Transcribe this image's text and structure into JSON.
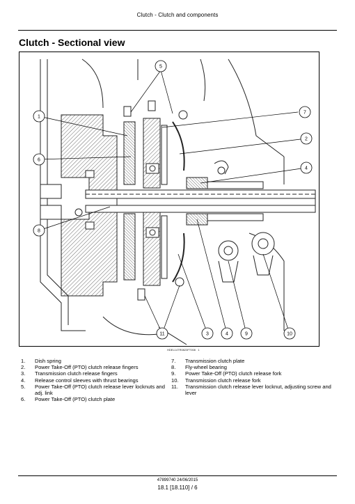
{
  "header": {
    "running_title": "Clutch - Clutch and components"
  },
  "section": {
    "title": "Clutch - Sectional view"
  },
  "figure": {
    "code": "HDEL14TR0823FT008",
    "index": "1",
    "callouts": [
      "1",
      "2",
      "3",
      "4",
      "5",
      "6",
      "7",
      "8",
      "9",
      "10",
      "11"
    ]
  },
  "legend": {
    "left": [
      {
        "num": "1.",
        "text": "Dish spring"
      },
      {
        "num": "2.",
        "text": "Power Take-Off (PTO) clutch release fingers"
      },
      {
        "num": "3.",
        "text": "Transmission clutch release fingers"
      },
      {
        "num": "4.",
        "text": "Release control sleeves with thrust bearings"
      },
      {
        "num": "5.",
        "text": "Power Take-Off (PTO) clutch release lever locknuts and adj. link"
      },
      {
        "num": "6.",
        "text": "Power Take-Off (PTO) clutch plate"
      }
    ],
    "right": [
      {
        "num": "7.",
        "text": "Transmission clutch plate"
      },
      {
        "num": "8.",
        "text": "Fly-wheel bearing"
      },
      {
        "num": "9.",
        "text": "Power Take-Off (PTO) clutch release fork"
      },
      {
        "num": "10.",
        "text": "Transmission clutch release fork"
      },
      {
        "num": "11.",
        "text": "Transmission clutch release lever locknut, adjusting screw and lever"
      }
    ]
  },
  "footer": {
    "doc_code": "47899740 24/06/2015",
    "page": "18.1 [18.110] / 6"
  }
}
